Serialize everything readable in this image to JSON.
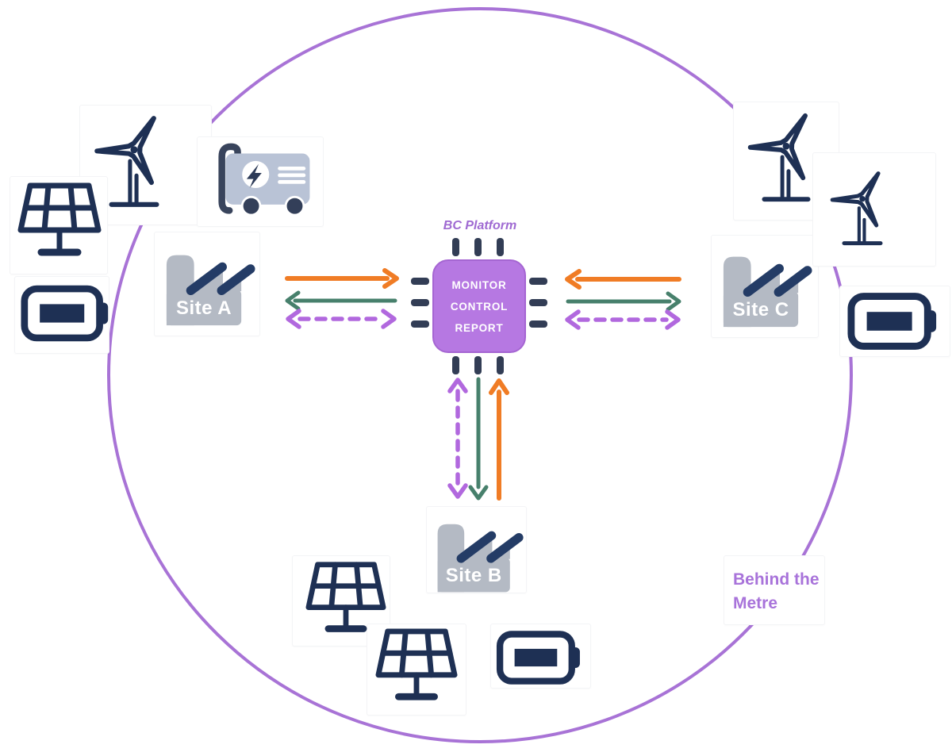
{
  "platform_chip": {
    "label": "BC Platform",
    "lines": [
      "MONITOR",
      "CONTROL",
      "REPORT"
    ]
  },
  "sites": {
    "a": {
      "label": "Site A"
    },
    "b": {
      "label": "Site B"
    },
    "c": {
      "label": "Site C"
    }
  },
  "boundary": {
    "line1": "Behind the",
    "line2": "Metre"
  },
  "colors": {
    "boundary_circle": "#a873d6",
    "chip_purple": "#b678e2",
    "arrow_orange": "#f07c25",
    "arrow_teal": "#47806c",
    "arrow_dashed_purple": "#b168de",
    "icon_navy": "#1e3054",
    "factory_gray": "#b4bac4",
    "label_purple": "#a873da"
  },
  "icons": [
    "wind-turbine-icon",
    "solar-panel-icon",
    "battery-icon",
    "generator-icon",
    "factory-icon",
    "chip-icon"
  ]
}
